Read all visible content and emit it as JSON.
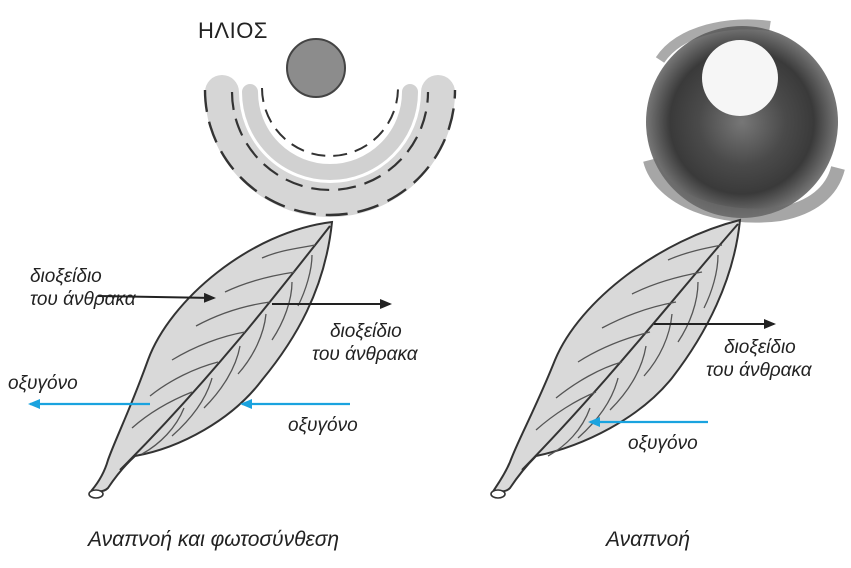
{
  "sun_label": "ΗΛΙΟΣ",
  "left_panel": {
    "co2_in_label": [
      "διοξείδιο",
      "του άνθρακα"
    ],
    "co2_out_label": [
      "διοξείδιο",
      "του άνθρακα"
    ],
    "o2_out_label": "οξυγόνο",
    "o2_in_label": "οξυγόνο",
    "caption": "Αναπνοή και φωτοσύνθεση"
  },
  "right_panel": {
    "co2_out_label": [
      "διοξείδιο",
      "του άνθρακα"
    ],
    "o2_in_label": "οξυγόνο",
    "caption": "Αναπνοή"
  },
  "colors": {
    "arrow_co2": "#222222",
    "arrow_o2": "#1aa3df",
    "sun_core": "#8c8c8c",
    "night_sky": "#3a3a3a",
    "leaf_fill": "#d9d9d9",
    "leaf_line": "#333333"
  }
}
